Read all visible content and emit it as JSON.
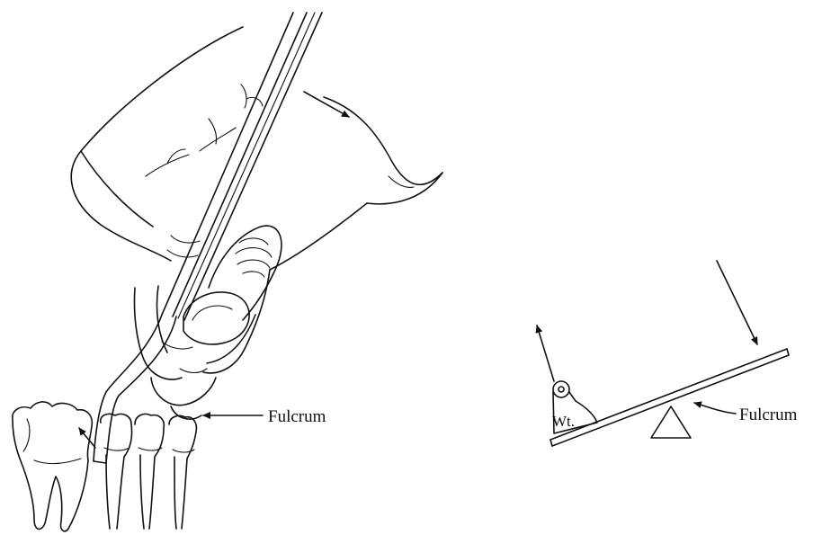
{
  "left_figure": {
    "fulcrum_label": "Fulcrum"
  },
  "right_figure": {
    "fulcrum_label": "Fulcrum",
    "weight_label": "Wt."
  },
  "colors": {
    "ink": "#111111",
    "background": "#ffffff"
  }
}
